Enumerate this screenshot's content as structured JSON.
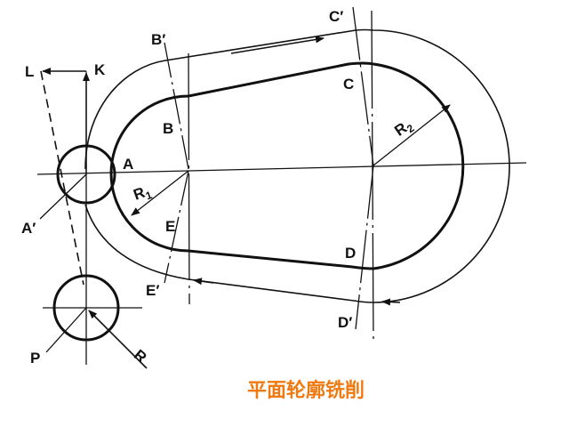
{
  "title": "平面轮廓铣削",
  "colors": {
    "title": "#ef7a12",
    "lines": "#111111",
    "background": "#ffffff"
  },
  "labels": {
    "L": "L",
    "K": "K",
    "A": "A",
    "A_prime": "A′",
    "B": "B",
    "B_prime": "B′",
    "C": "C",
    "C_prime": "C′",
    "D": "D",
    "D_prime": "D′",
    "E": "E",
    "E_prime": "E′",
    "R1": "R",
    "R1_sub": "1",
    "R2": "R",
    "R2_sub": "2",
    "P": "P",
    "R": "R"
  }
}
